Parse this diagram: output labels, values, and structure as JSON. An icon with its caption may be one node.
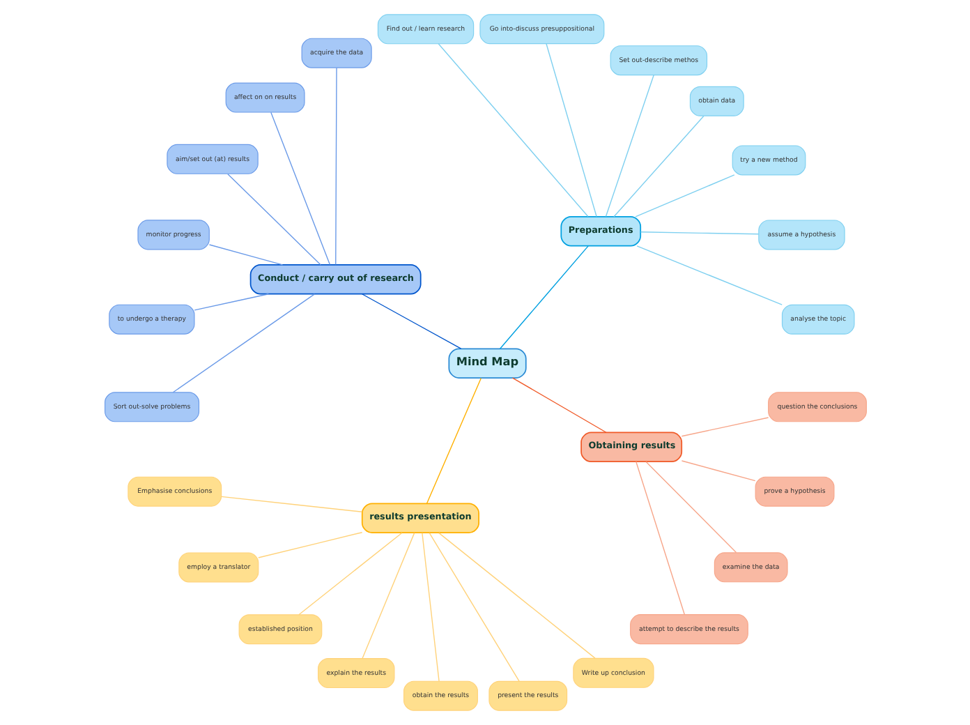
{
  "diagram": {
    "nodes": [
      {
        "text": [
          "Mind Map"
        ]
      },
      {
        "text": [
          "Preparations"
        ]
      },
      {
        "text": [
          "analyse the topic"
        ]
      },
      {
        "text": [
          "assume a hypothesis"
        ]
      },
      {
        "text": [
          "try a new method"
        ]
      },
      {
        "text": [
          "obtain data"
        ]
      },
      {
        "text": [
          "Set out-describe methos"
        ]
      },
      {
        "text": [
          "Go into-discuss presuppositional"
        ]
      },
      {
        "text": [
          "Find out / learn research"
        ]
      },
      {
        "text": [
          "Conduct / carry out of research"
        ]
      },
      {
        "text": [
          "acquire the data"
        ]
      },
      {
        "text": [
          "affect on on results"
        ]
      },
      {
        "text": [
          "aim/set out (at) results"
        ]
      },
      {
        "text": [
          "monitor progress"
        ]
      },
      {
        "text": [
          "to undergo a therapy"
        ]
      },
      {
        "text": [
          "Sort out-solve problems"
        ]
      },
      {
        "text": [
          "results presentation"
        ]
      },
      {
        "text": [
          "Emphasise conclusions"
        ]
      },
      {
        "text": [
          "employ a translator"
        ]
      },
      {
        "text": [
          "established position"
        ]
      },
      {
        "text": [
          "explain the results"
        ]
      },
      {
        "text": [
          "obtain the results"
        ]
      },
      {
        "text": [
          "present the results"
        ]
      },
      {
        "text": [
          "Write up conclusion"
        ]
      },
      {
        "text": [
          "Obtaining results"
        ]
      },
      {
        "text": [
          "attempt to describe the results"
        ]
      },
      {
        "text": [
          "examine the data"
        ]
      },
      {
        "text": [
          "prove a hypothesis"
        ]
      },
      {
        "text": [
          "question the conclusions"
        ]
      }
    ],
    "edges": [
      {
        "from": 0,
        "to": 1,
        "arrow": "none",
        "color": "#00a0e0"
      },
      {
        "from": 1,
        "to": 2,
        "arrow": "none",
        "color": "#7fd0f0"
      },
      {
        "from": 1,
        "to": 3,
        "arrow": "none",
        "color": "#7fd0f0"
      },
      {
        "from": 1,
        "to": 4,
        "arrow": "none",
        "color": "#7fd0f0"
      },
      {
        "from": 1,
        "to": 5,
        "arrow": "none",
        "color": "#7fd0f0"
      },
      {
        "from": 1,
        "to": 6,
        "arrow": "none",
        "color": "#7fd0f0"
      },
      {
        "from": 1,
        "to": 7,
        "arrow": "none",
        "color": "#7fd0f0"
      },
      {
        "from": 1,
        "to": 8,
        "arrow": "none",
        "color": "#7fd0f0"
      },
      {
        "from": 0,
        "to": 9,
        "arrow": "none",
        "color": "#0055cc"
      },
      {
        "from": 9,
        "to": 10,
        "arrow": "none",
        "color": "#6a9ae8"
      },
      {
        "from": 9,
        "to": 11,
        "arrow": "none",
        "color": "#6a9ae8"
      },
      {
        "from": 9,
        "to": 12,
        "arrow": "none",
        "color": "#6a9ae8"
      },
      {
        "from": 9,
        "to": 13,
        "arrow": "none",
        "color": "#6a9ae8"
      },
      {
        "from": 9,
        "to": 14,
        "arrow": "none",
        "color": "#6a9ae8"
      },
      {
        "from": 9,
        "to": 15,
        "arrow": "none",
        "color": "#6a9ae8"
      },
      {
        "from": 0,
        "to": 16,
        "arrow": "none",
        "color": "#ffb000"
      },
      {
        "from": 16,
        "to": 17,
        "arrow": "none",
        "color": "#ffd27a"
      },
      {
        "from": 16,
        "to": 18,
        "arrow": "none",
        "color": "#ffd27a"
      },
      {
        "from": 16,
        "to": 19,
        "arrow": "none",
        "color": "#ffd27a"
      },
      {
        "from": 16,
        "to": 20,
        "arrow": "none",
        "color": "#ffd27a"
      },
      {
        "from": 16,
        "to": 21,
        "arrow": "none",
        "color": "#ffd27a"
      },
      {
        "from": 16,
        "to": 22,
        "arrow": "none",
        "color": "#ffd27a"
      },
      {
        "from": 16,
        "to": 23,
        "arrow": "none",
        "color": "#ffd27a"
      },
      {
        "from": 0,
        "to": 24,
        "arrow": "none",
        "color": "#f05a28"
      },
      {
        "from": 24,
        "to": 25,
        "arrow": "none",
        "color": "#f7a68a"
      },
      {
        "from": 24,
        "to": 26,
        "arrow": "none",
        "color": "#f7a68a"
      },
      {
        "from": 24,
        "to": 27,
        "arrow": "none",
        "color": "#f7a68a"
      },
      {
        "from": 24,
        "to": 28,
        "arrow": "none",
        "color": "#f7a68a"
      }
    ]
  }
}
